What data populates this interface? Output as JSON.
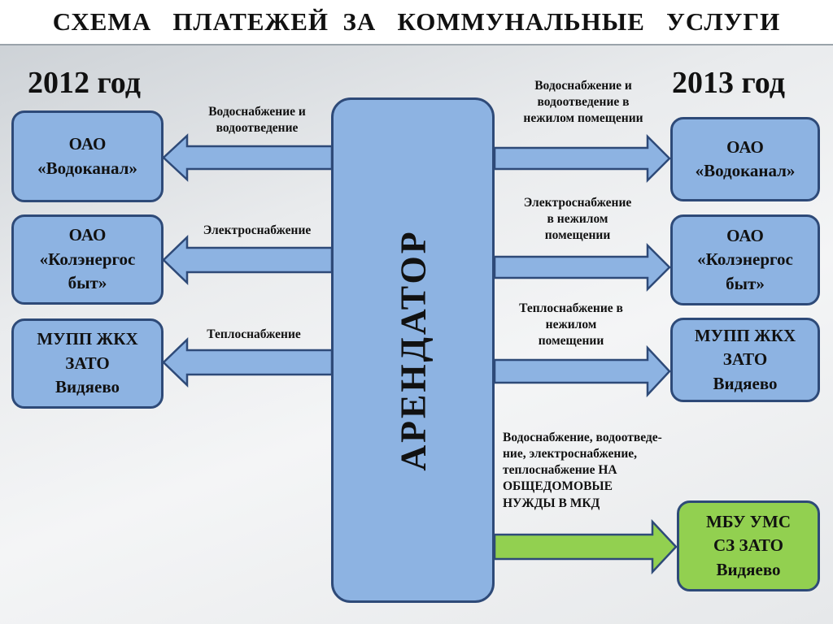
{
  "title": "СХЕМА   ПЛАТЕЖЕЙ  ЗА   КОММУНАЛЬНЫЕ   УСЛУГИ",
  "years": {
    "left": "2012 год",
    "right": "2013 год"
  },
  "center": "АРЕНДАТОР",
  "left_boxes": [
    "ОАО\n«Водоканал»",
    "ОАО\n«Колэнергос\nбыт»",
    "МУПП ЖКХ\nЗАТО\nВидяево"
  ],
  "right_boxes": [
    "ОАО\n«Водоканал»",
    "ОАО\n«Колэнергос\nбыт»",
    "МУПП ЖКХ\nЗАТО\nВидяево",
    "МБУ УМС\nСЗ ЗАТО\nВидяево"
  ],
  "left_labels": [
    "Водоснабжение и\nводоотведение",
    "Электроснабжение",
    "Теплоснабжение"
  ],
  "right_labels": [
    "Водоснабжение и\nводоотведение в\nнежилом помещении",
    "Электроснабжение\nв нежилом\nпомещении",
    "Теплоснабжение в\nнежилом\nпомещении",
    "Водоснабжение, водоотведе-\nние,  электроснабжение,\nтеплоснабжение НА\nОБЩЕДОМОВЫЕ\nНУЖДЫ В МКД"
  ],
  "colors": {
    "box_fill": "#8db3e2",
    "box_border": "#2e4a78",
    "green_fill": "#92d050",
    "arrow_fill": "#8db3e2",
    "green_arrow_fill": "#92d050"
  }
}
